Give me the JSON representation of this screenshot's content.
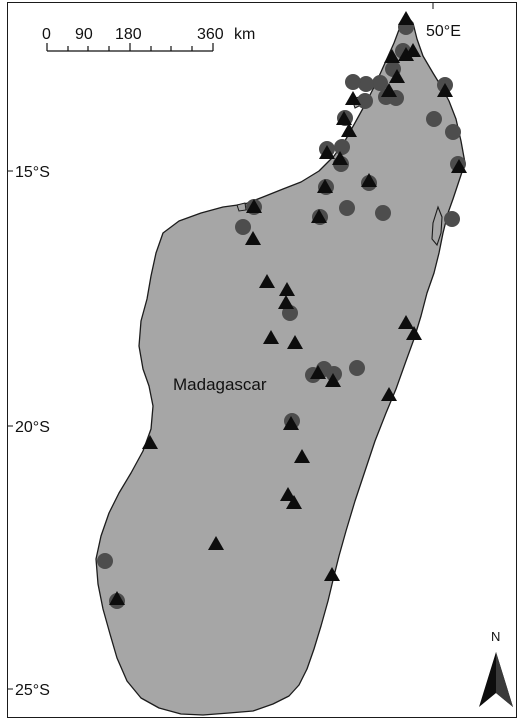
{
  "map": {
    "island_label": "Madagascar",
    "colors": {
      "land": "#a6a6a6",
      "coast": "#1c1c1c",
      "circle_marker": "#4d4d4d",
      "triangle_marker": "#0d0d0d",
      "frame": "#1a1a1a"
    },
    "grid_labels": {
      "longitude": [
        "50°E"
      ],
      "latitude": [
        "15°S",
        "20°S",
        "25°S"
      ]
    },
    "scale_bar": {
      "ticks": [
        "0",
        "90",
        "180",
        "360"
      ],
      "unit": "km"
    },
    "north_arrow": {
      "label": "N"
    },
    "marker_types": [
      "circle",
      "triangle"
    ]
  }
}
